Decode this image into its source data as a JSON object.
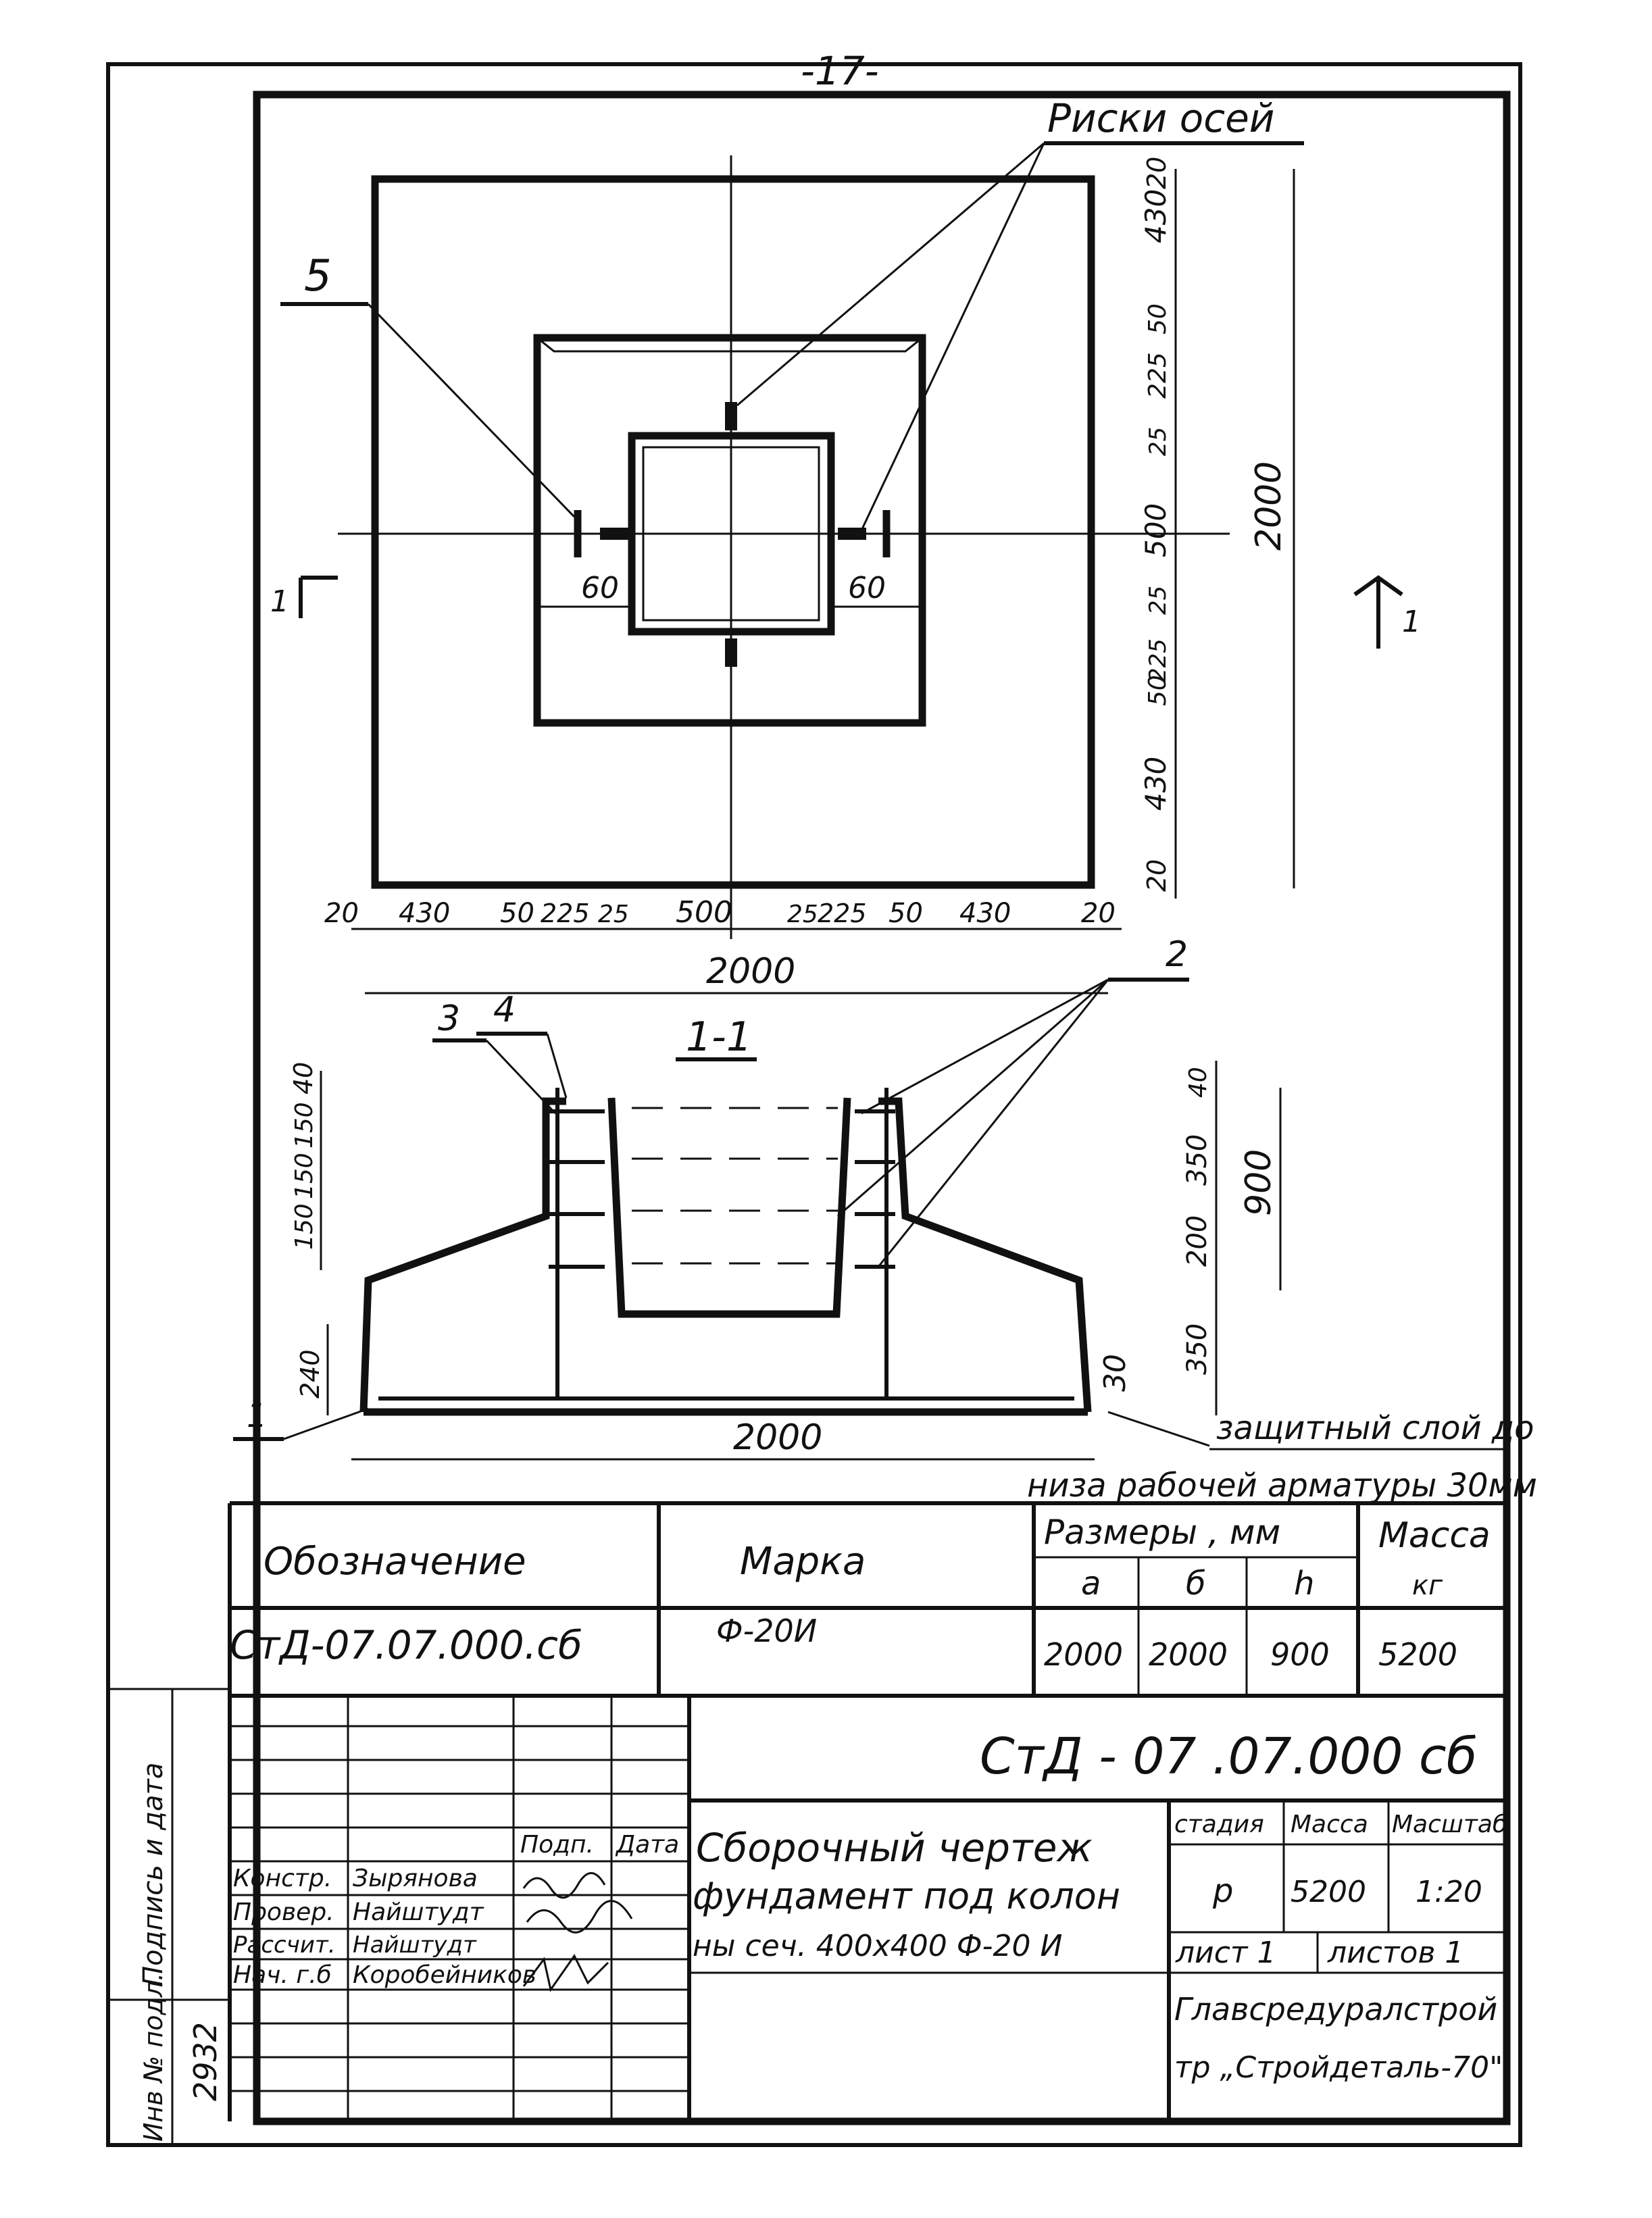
{
  "page_number": "-17-",
  "plan": {
    "axis_marks_label": "Риски осей",
    "leader_5": "5",
    "dim_60_left": "60",
    "dim_60_right": "60",
    "section_mark_left": "1",
    "section_mark_right": "1",
    "dims_bottom": [
      "20",
      "430",
      "50",
      "225",
      "25",
      "500",
      "25",
      "225",
      "50",
      "430",
      "20"
    ],
    "dims_right": [
      "20",
      "430",
      "50",
      "225",
      "25",
      "500",
      "25",
      "225",
      "50",
      "430",
      "20"
    ],
    "total_width": "2000",
    "total_height": "2000"
  },
  "section": {
    "title": "1-1",
    "leader_2": "2",
    "leader_3": "3",
    "leader_4": "4",
    "leader_1": "1",
    "dims_left": [
      "40",
      "150",
      "150",
      "150",
      "240"
    ],
    "dims_right": [
      "40",
      "350",
      "200",
      "350"
    ],
    "total_height": "900",
    "cover_dim": "30",
    "base_width": "2000",
    "note_line1": "защитный слой до",
    "note_line2": "низа рабочей арматуры 30мм"
  },
  "spec_table": {
    "headers": {
      "designation": "Обозначение",
      "mark": "Марка",
      "dimensions": "Размеры , мм",
      "dim_a": "a",
      "dim_b": "б",
      "dim_h": "h",
      "mass": "Масса",
      "mass_unit": "кг"
    },
    "row": {
      "designation": "СтД-07.07.000.сб",
      "mark": "Ф-20И",
      "a": "2000",
      "b": "2000",
      "h": "900",
      "mass": "5200"
    }
  },
  "title_block": {
    "doc_code": "СтД - 07 .07.000 сб",
    "title_line1": "Сборочный чертеж",
    "title_line2": "фундамент под колон",
    "title_line3": "ны сеч. 400х400 Ф-20 И",
    "stage_label": "стадия",
    "mass_label": "Масса",
    "scale_label": "Масштаб",
    "stage_value": "р",
    "mass_value": "5200",
    "scale_value": "1:20",
    "sheet_label": "лист 1",
    "sheets_label": "листов 1",
    "org_line1": "Главсредуралстрой",
    "org_line2": "тр „Стройдеталь-70\"",
    "sign_header": "Подп.",
    "date_header": "Дата",
    "roles": [
      {
        "role": "Констр.",
        "name": "Зырянова"
      },
      {
        "role": "Провер.",
        "name": "Найштудт"
      },
      {
        "role": "Рассчит.",
        "name": "Найштудт"
      },
      {
        "role": "Нач. г.б",
        "name": "Коробейников"
      }
    ]
  },
  "side_stamp": {
    "inv_label": "Инв № подл.",
    "sign_label": "Подпись и дата",
    "inv_value": "2932"
  },
  "colors": {
    "ink": "#111111",
    "paper": "#ffffff"
  }
}
